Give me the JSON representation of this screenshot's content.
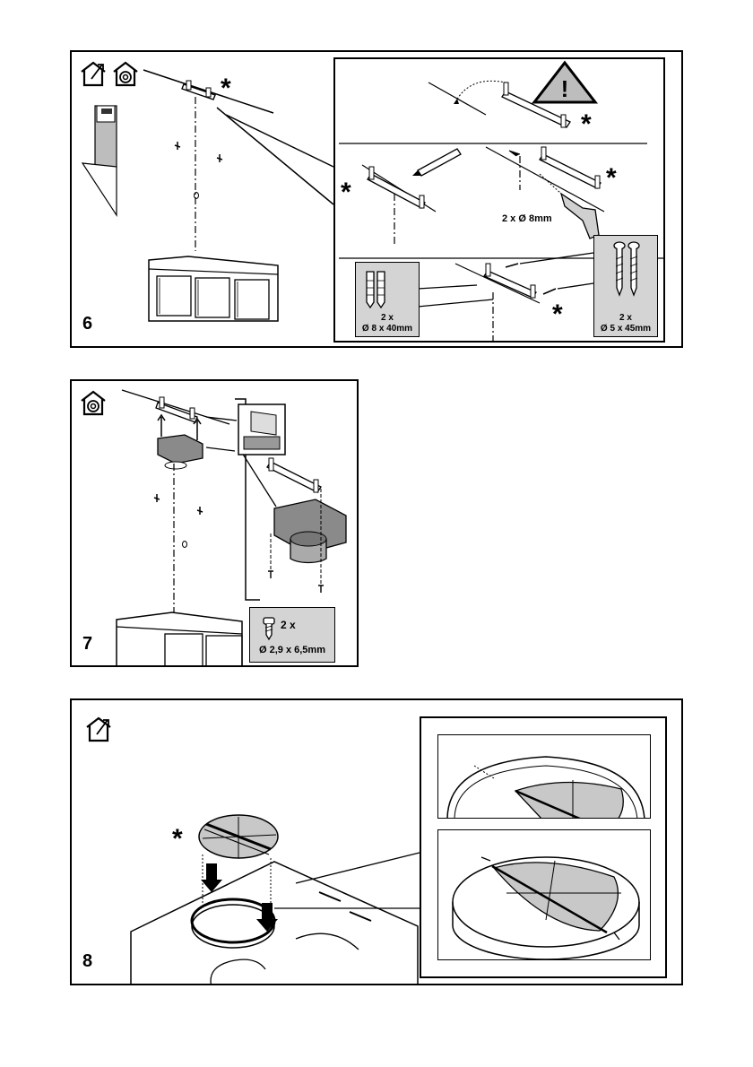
{
  "step6": {
    "number": "6",
    "drill_label": "2 x Ø 8mm",
    "plug_spec": {
      "count": "2 x",
      "size": "Ø 8 x 40mm"
    },
    "screw_spec": {
      "count": "2 x",
      "size": "Ø 5 x 45mm"
    },
    "marker": "*",
    "icons": [
      "house-exhaust-icon",
      "house-recirculation-icon",
      "warning-triangle-icon"
    ]
  },
  "step7": {
    "number": "7",
    "screw_spec": {
      "count": "2 x",
      "size": "Ø 2,9 x 6,5mm"
    },
    "icons": [
      "house-recirculation-icon"
    ]
  },
  "step8": {
    "number": "8",
    "marker": "*",
    "icons": [
      "house-exhaust-icon"
    ]
  }
}
